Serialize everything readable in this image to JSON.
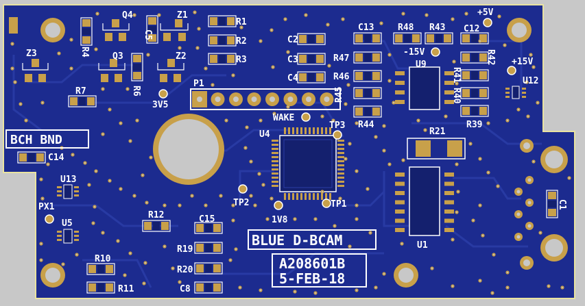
{
  "colors": {
    "background": "#c8c8c8",
    "board": "#1c2b8f",
    "board_dark": "#14206e",
    "trace": "#2a3ca6",
    "pad": "#c8a04a",
    "pad_light": "#e0bd63",
    "silk": "#ffffff",
    "edge": "#e9e3a0"
  },
  "silk_boxes": {
    "bch": "BCH BND",
    "blue": "BLUE D-BCAM",
    "part": "A208601B",
    "date": "5-FEB-18"
  },
  "labels": [
    {
      "id": "q4",
      "text": "Q4"
    },
    {
      "id": "z1",
      "text": "Z1"
    },
    {
      "id": "r1",
      "text": "R1"
    },
    {
      "id": "r2",
      "text": "R2"
    },
    {
      "id": "r3",
      "text": "R3"
    },
    {
      "id": "c5",
      "text": "C5"
    },
    {
      "id": "r4",
      "text": "R4"
    },
    {
      "id": "z3",
      "text": "Z3"
    },
    {
      "id": "q3",
      "text": "Q3"
    },
    {
      "id": "z2",
      "text": "Z2"
    },
    {
      "id": "r6",
      "text": "R6"
    },
    {
      "id": "r7",
      "text": "R7"
    },
    {
      "id": "v3v5",
      "text": "3V5"
    },
    {
      "id": "p1",
      "text": "P1"
    },
    {
      "id": "c2",
      "text": "C2"
    },
    {
      "id": "c3",
      "text": "C3"
    },
    {
      "id": "c4",
      "text": "C4"
    },
    {
      "id": "c13",
      "text": "C13"
    },
    {
      "id": "r47",
      "text": "R47"
    },
    {
      "id": "r46",
      "text": "R46"
    },
    {
      "id": "r45",
      "text": "R45"
    },
    {
      "id": "r44",
      "text": "R44"
    },
    {
      "id": "r48",
      "text": "R48"
    },
    {
      "id": "r43",
      "text": "R43"
    },
    {
      "id": "c12",
      "text": "C12"
    },
    {
      "id": "p5v",
      "text": "+5V"
    },
    {
      "id": "m15v",
      "text": "-15V"
    },
    {
      "id": "u9",
      "text": "U9"
    },
    {
      "id": "r42",
      "text": "R42"
    },
    {
      "id": "r41",
      "text": "R41"
    },
    {
      "id": "r40",
      "text": "R40"
    },
    {
      "id": "p15v",
      "text": "+15V"
    },
    {
      "id": "u12",
      "text": "U12"
    },
    {
      "id": "r39",
      "text": "R39"
    },
    {
      "id": "wake",
      "text": "WAKE"
    },
    {
      "id": "tp3",
      "text": "TP3"
    },
    {
      "id": "u4",
      "text": "U4"
    },
    {
      "id": "r21",
      "text": "R21"
    },
    {
      "id": "c14",
      "text": "C14"
    },
    {
      "id": "u13",
      "text": "U13"
    },
    {
      "id": "px1",
      "text": "PX1"
    },
    {
      "id": "u5",
      "text": "U5"
    },
    {
      "id": "tp2",
      "text": "TP2"
    },
    {
      "id": "v1v8",
      "text": "1V8"
    },
    {
      "id": "tp1",
      "text": "TP1"
    },
    {
      "id": "r12",
      "text": "R12"
    },
    {
      "id": "c15",
      "text": "C15"
    },
    {
      "id": "r19",
      "text": "R19"
    },
    {
      "id": "r20",
      "text": "R20"
    },
    {
      "id": "c8",
      "text": "C8"
    },
    {
      "id": "r10",
      "text": "R10"
    },
    {
      "id": "r11",
      "text": "R11"
    },
    {
      "id": "u1",
      "text": "U1"
    },
    {
      "id": "c1",
      "text": "C1"
    }
  ]
}
